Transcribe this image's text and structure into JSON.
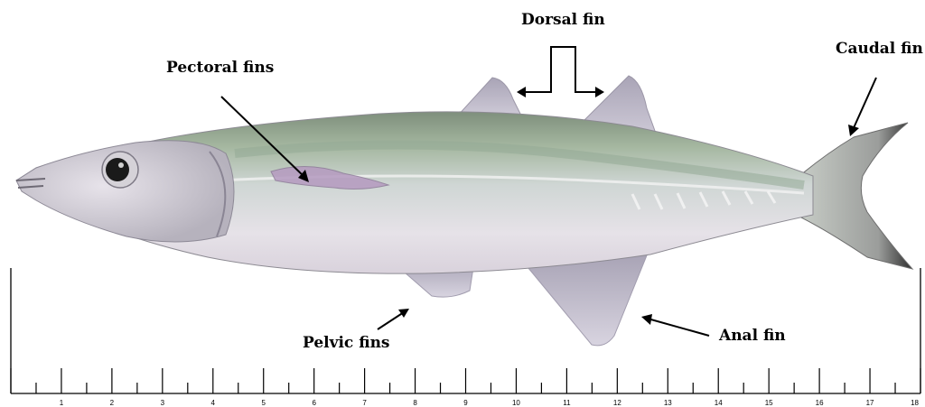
{
  "labels": {
    "dorsal": "Dorsal fin",
    "pectoral": "Pectoral fins",
    "caudal": "Caudal fin",
    "pelvic": "Pelvic fins",
    "anal": "Anal fin"
  },
  "ruler": {
    "ticks": [
      "1",
      "2",
      "3",
      "4",
      "5",
      "6",
      "7",
      "8",
      "9",
      "10",
      "11",
      "12",
      "13",
      "14",
      "15",
      "16",
      "17",
      "18"
    ]
  },
  "colors": {
    "body_top": "#8fa68e",
    "body_mid": "#c9cfcf",
    "belly": "#e8e3ea",
    "fin": "#b9b4c4",
    "eye": "#1a1a1a"
  }
}
